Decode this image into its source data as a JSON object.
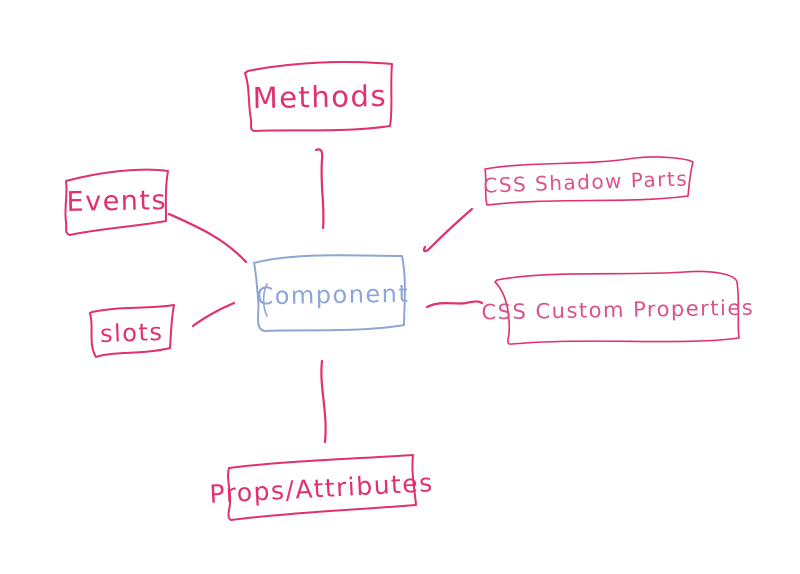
{
  "canvas": {
    "background": "#ffffff"
  },
  "colors": {
    "ink_pink": "#e0306e",
    "ink_pink_light": "#d9538a",
    "ink_blue": "#8ea6d7"
  },
  "diagram": {
    "center": {
      "label": "Component"
    },
    "nodes": [
      {
        "id": "methods",
        "label": "Methods"
      },
      {
        "id": "events",
        "label": "Events"
      },
      {
        "id": "css-shadow-parts",
        "label": "CSS  Shadow  Parts"
      },
      {
        "id": "slots",
        "label": "slots"
      },
      {
        "id": "css-custom-properties",
        "label": "CSS Custom Properties"
      },
      {
        "id": "props-attributes",
        "label": "Props/Attributes"
      }
    ],
    "connectors": [
      {
        "from": "methods",
        "to": "component"
      },
      {
        "from": "events",
        "to": "component"
      },
      {
        "from": "css-shadow-parts",
        "to": "component"
      },
      {
        "from": "slots",
        "to": "component"
      },
      {
        "from": "component",
        "to": "css-custom-properties"
      },
      {
        "from": "component",
        "to": "props-attributes"
      }
    ]
  }
}
